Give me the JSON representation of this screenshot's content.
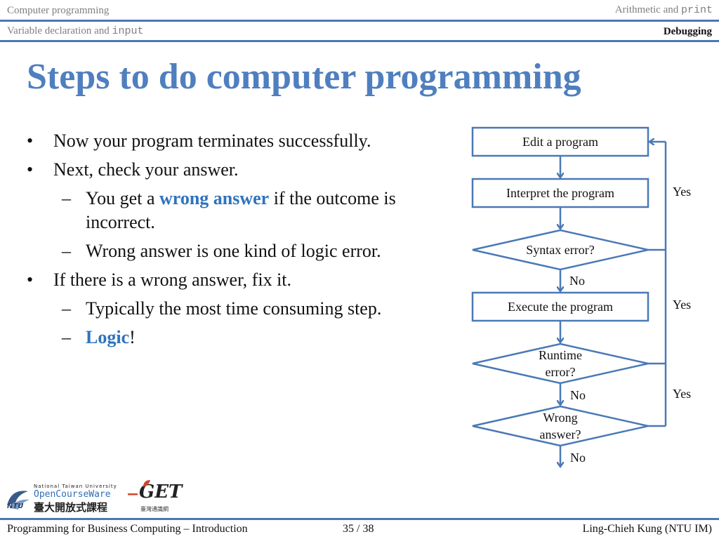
{
  "header": {
    "section_left": "Computer programming",
    "section_right_prefix": "Arithmetic and ",
    "section_right_code": "print",
    "subsection_left_prefix": "Variable declaration and ",
    "subsection_left_code": "input",
    "subsection_right": "Debugging"
  },
  "slide": {
    "title": "Steps to do computer programming",
    "bullets": {
      "b1": "Now your program terminates successfully.",
      "b2": "Next, check your answer.",
      "b2_1_before": "You get a ",
      "b2_1_highlight": "wrong answer",
      "b2_1_after": " if the outcome is incorrect.",
      "b2_2": "Wrong answer is one kind of logic error.",
      "b3": "If there is a wrong answer, fix it.",
      "b3_1": "Typically the most time consuming step.",
      "b3_2_highlight": "Logic",
      "b3_2_after": "!"
    },
    "bullet_marker": "•",
    "sub_marker": "–"
  },
  "flowchart": {
    "edit": "Edit a program",
    "interpret": "Interpret the program",
    "syntax": "Syntax error?",
    "execute": "Execute the program",
    "runtime_line1": "Runtime",
    "runtime_line2": "error?",
    "wrong_line1": "Wrong",
    "wrong_line2": "answer?",
    "yes1": "Yes",
    "yes2": "Yes",
    "yes3": "Yes",
    "no1": "No",
    "no2": "No",
    "no3": "No"
  },
  "logos": {
    "ocw_line1": "National Taiwan University",
    "ocw_line2": "OpenCourseWare",
    "ocw_line3": "臺大開放式課程",
    "ntu": "NTU",
    "get": "GET",
    "get_sub": "臺灣通識網"
  },
  "footer": {
    "course": "Programming for Business Computing – Introduction",
    "page": "35 / 38",
    "author": "Ling-Chieh Kung (NTU IM)"
  },
  "colors": {
    "accent_blue": "#4a79b6",
    "title_blue": "#4f7fbf",
    "highlight_blue": "#2e73bd",
    "header_gray": "#7f7f7f"
  }
}
